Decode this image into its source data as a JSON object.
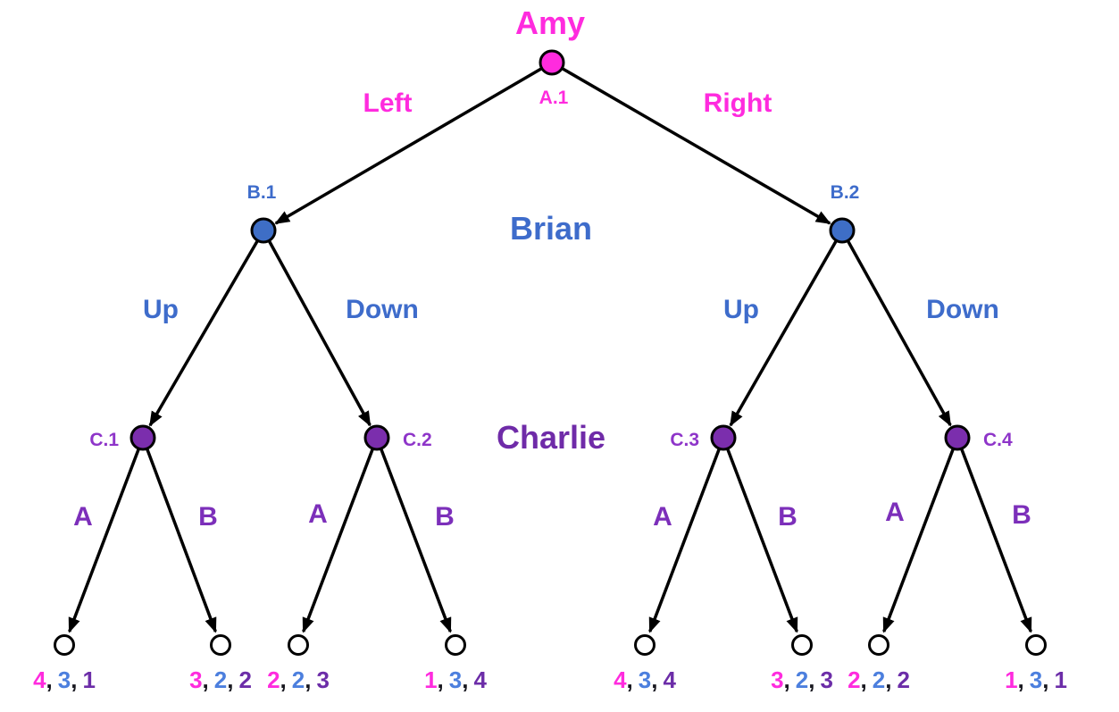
{
  "players": [
    {
      "name": "Amy"
    },
    {
      "name": "Brian"
    },
    {
      "name": "Charlie"
    }
  ],
  "nodes": {
    "a1": {
      "label": "A.1"
    },
    "b1": {
      "label": "B.1"
    },
    "b2": {
      "label": "B.2"
    },
    "c1": {
      "label": "C.1"
    },
    "c2": {
      "label": "C.2"
    },
    "c3": {
      "label": "C.3"
    },
    "c4": {
      "label": "C.4"
    }
  },
  "actions": {
    "amy": [
      "Left",
      "Right"
    ],
    "brian": [
      "Up",
      "Down"
    ],
    "charlie": [
      "A",
      "B"
    ]
  },
  "terminals": [
    {
      "payoffs": [
        "4",
        "3",
        "1"
      ]
    },
    {
      "payoffs": [
        "3",
        "2",
        "2"
      ]
    },
    {
      "payoffs": [
        "2",
        "2",
        "3"
      ]
    },
    {
      "payoffs": [
        "1",
        "3",
        "4"
      ]
    },
    {
      "payoffs": [
        "4",
        "3",
        "4"
      ]
    },
    {
      "payoffs": [
        "3",
        "2",
        "3"
      ]
    },
    {
      "payoffs": [
        "2",
        "2",
        "2"
      ]
    },
    {
      "payoffs": [
        "1",
        "3",
        "1"
      ]
    }
  ],
  "separator": ",",
  "colors": {
    "amy": "#FF2BDE",
    "brian_text": "#3E6CCB",
    "brian_node": "#3E6EC6",
    "charlie_text": "#6F2BA8",
    "charlie_node": "#7B2EAD",
    "charlie_id": "#8E35C9",
    "charlie_action": "#7C2FBA",
    "payoff_blue": "#4C7FDE",
    "payoff_purple": "#6C2DA8",
    "comma": "#17171F",
    "edge": "#000000",
    "terminal_fill": "#FFFFFF"
  }
}
